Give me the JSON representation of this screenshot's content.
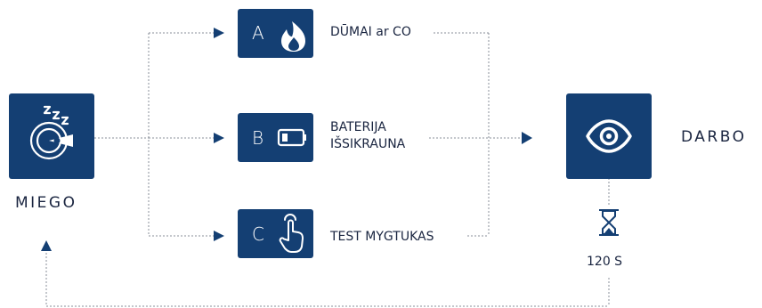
{
  "states": {
    "sleep": {
      "label": "MIEGO",
      "icon": "sleep-zzz-icon"
    },
    "active": {
      "label": "DARBO",
      "icon": "eye-icon"
    }
  },
  "triggers": [
    {
      "letter": "A",
      "label_lines": [
        "DŪMAI ar CO"
      ],
      "icon": "flame-icon"
    },
    {
      "letter": "B",
      "label_lines": [
        "BATERIJA",
        "IŠSIKRAUNA"
      ],
      "icon": "battery-low-icon"
    },
    {
      "letter": "C",
      "label_lines": [
        "TEST MYGTUKAS"
      ],
      "icon": "hand-press-icon"
    }
  ],
  "timer": {
    "label": "120 S",
    "icon": "hourglass-icon"
  },
  "colors": {
    "box": "#143f73",
    "line": "#8a8f99",
    "text": "#1a2540"
  }
}
